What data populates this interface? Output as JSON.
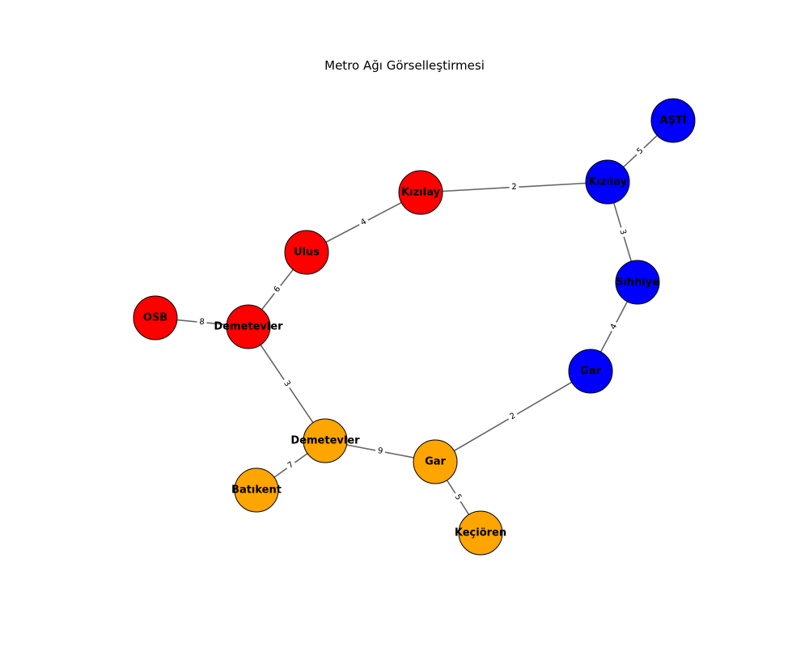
{
  "title": "Metro Ağı Görselleştirmesi",
  "colors": {
    "red_line": "#ff0000",
    "blue_line": "#0000ff",
    "orange_line": "#ffa500",
    "edge": "#666666"
  },
  "nodes": [
    {
      "id": "r_osb",
      "label": "OSB",
      "color": "red"
    },
    {
      "id": "r_demetevler",
      "label": "Demetevler",
      "color": "red"
    },
    {
      "id": "r_ulus",
      "label": "Ulus",
      "color": "red"
    },
    {
      "id": "r_kizilay",
      "label": "Kızılay",
      "color": "red"
    },
    {
      "id": "b_kizilay",
      "label": "Kızılay",
      "color": "blue"
    },
    {
      "id": "b_asti",
      "label": "AŞTİ",
      "color": "blue"
    },
    {
      "id": "b_sihhiye",
      "label": "Sıhhiye",
      "color": "blue"
    },
    {
      "id": "b_gar",
      "label": "Gar",
      "color": "blue"
    },
    {
      "id": "o_demetevler",
      "label": "Demetevler",
      "color": "orange"
    },
    {
      "id": "o_batikent",
      "label": "Batıkent",
      "color": "orange"
    },
    {
      "id": "o_gar",
      "label": "Gar",
      "color": "orange"
    },
    {
      "id": "o_kecioren",
      "label": "Keçiören",
      "color": "orange"
    }
  ],
  "edges": [
    {
      "from": "r_osb",
      "to": "r_demetevler",
      "weight": "8"
    },
    {
      "from": "r_demetevler",
      "to": "r_ulus",
      "weight": "6"
    },
    {
      "from": "r_ulus",
      "to": "r_kizilay",
      "weight": "4"
    },
    {
      "from": "r_kizilay",
      "to": "b_kizilay",
      "weight": "2"
    },
    {
      "from": "b_kizilay",
      "to": "b_asti",
      "weight": "5"
    },
    {
      "from": "b_kizilay",
      "to": "b_sihhiye",
      "weight": "3"
    },
    {
      "from": "b_sihhiye",
      "to": "b_gar",
      "weight": "4"
    },
    {
      "from": "b_gar",
      "to": "o_gar",
      "weight": "2"
    },
    {
      "from": "r_demetevler",
      "to": "o_demetevler",
      "weight": "3"
    },
    {
      "from": "o_demetevler",
      "to": "o_gar",
      "weight": "9"
    },
    {
      "from": "o_demetevler",
      "to": "o_batikent",
      "weight": "7"
    },
    {
      "from": "o_gar",
      "to": "o_kecioren",
      "weight": "5"
    }
  ]
}
